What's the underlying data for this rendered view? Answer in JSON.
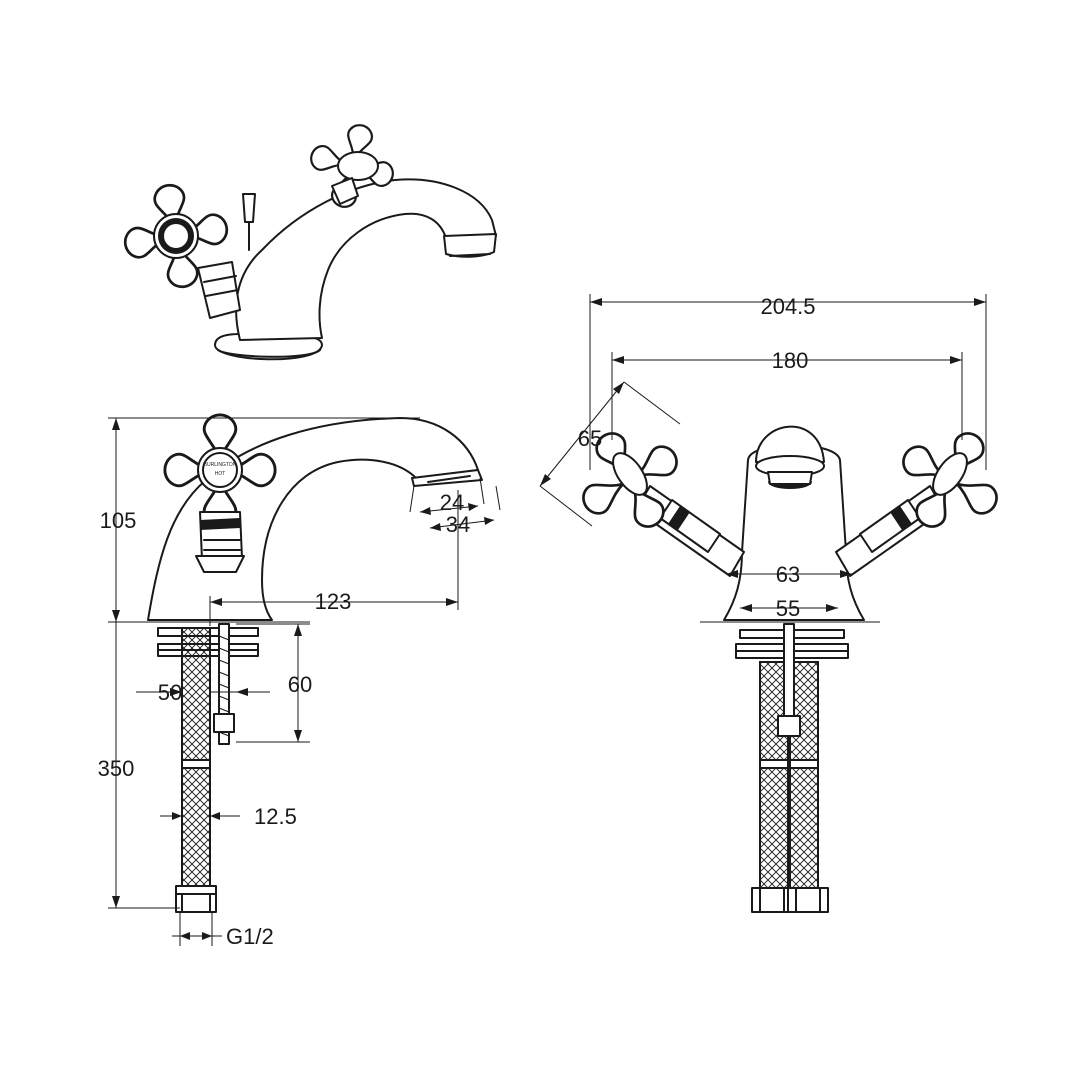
{
  "dimensions": {
    "overall_width": "204.5",
    "handle_centres": "180",
    "handle_span": "65",
    "spout_outlet_outer": "34",
    "spout_outlet_inner": "24",
    "height": "105",
    "spout_reach": "123",
    "base_outer": "63",
    "base_inner": "55",
    "max_deck_thickness": "60",
    "fixing_hole": "50",
    "hose_length": "350",
    "hose_diameter": "12.5",
    "connector": "G1/2"
  },
  "handle_label": {
    "brand": "BURLINGTON",
    "text": "HOT"
  }
}
